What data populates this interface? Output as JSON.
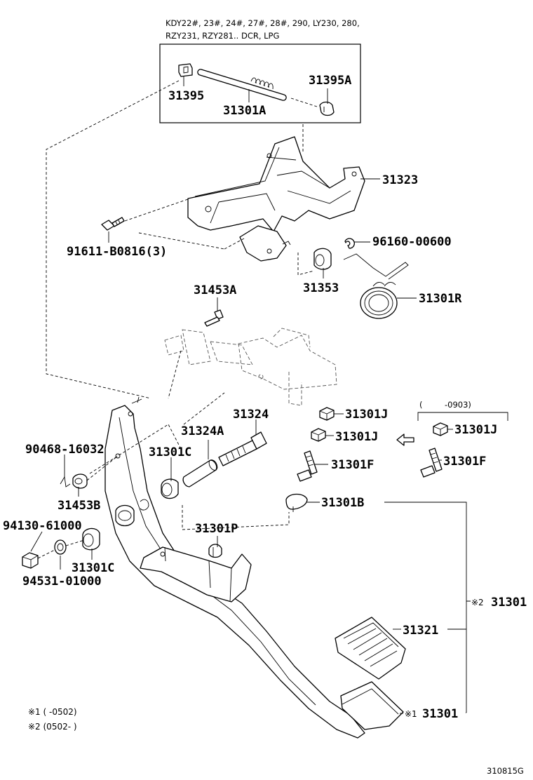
{
  "header": {
    "applicability_line1": "KDY22#, 23#, 24#, 27#, 28#, 290, LY230, 280,",
    "applicability_line2": "RZY231, RZY281.. DCR, LPG"
  },
  "callouts": {
    "p31395": "31395",
    "p31395A": "31395A",
    "p31301A": "31301A",
    "p31323": "31323",
    "p91611": "91611-B0816(3)",
    "p96160": "96160-00600",
    "p31353": "31353",
    "p31301R": "31301R",
    "p31453A": "31453A",
    "p31301J_a": "31301J",
    "p31301J_b": "31301J",
    "p31301J_c": "31301J",
    "p31324": "31324",
    "p31324A": "31324A",
    "p90468": "90468-16032",
    "p31301C_a": "31301C",
    "p31301F_a": "31301F",
    "p31301F_b": "31301F",
    "p31453B": "31453B",
    "p31301B": "31301B",
    "p94130": "94130-61000",
    "p31301P": "31301P",
    "p31301C_b": "31301C",
    "p94531": "94531-01000",
    "p31301_k2": "31301",
    "p31321": "31321",
    "p31301_k1": "31301"
  },
  "marks": {
    "k2": "※2",
    "k1": "※1"
  },
  "range_note": {
    "paren_open": "(",
    "range": "-0903)"
  },
  "footnotes": {
    "note1": "※1  (      -0502)",
    "note2": "※2  (0502-      )"
  },
  "figure_code": "310815G"
}
